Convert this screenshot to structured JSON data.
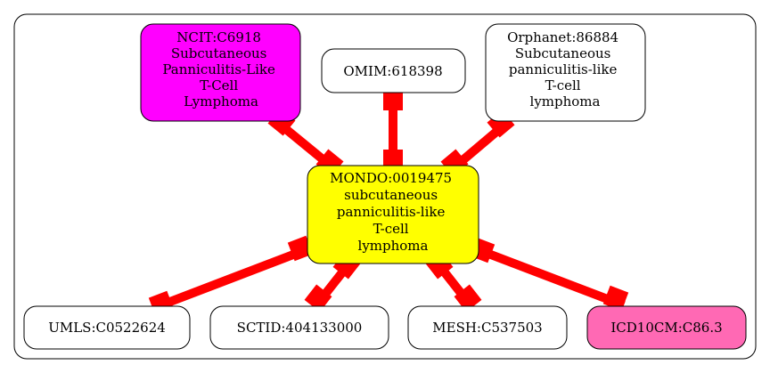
{
  "colors": {
    "edge": "#ff0000",
    "center_fill": "#ffff00",
    "ncit_fill": "#ff00ff",
    "icd_fill": "#ff69b4",
    "default_fill": "#ffffff",
    "stroke": "#000000"
  },
  "nodes": {
    "center": {
      "lines": [
        "MONDO:0019475",
        "subcutaneous",
        "panniculitis-like",
        "T-cell",
        "lymphoma"
      ]
    },
    "ncit": {
      "lines": [
        "NCIT:C6918",
        "Subcutaneous",
        "Panniculitis-Like",
        "T-Cell",
        "Lymphoma"
      ]
    },
    "omim": {
      "lines": [
        "OMIM:618398"
      ]
    },
    "orphanet": {
      "lines": [
        "Orphanet:86884",
        "Subcutaneous",
        "panniculitis-like",
        "T-cell",
        "lymphoma"
      ]
    },
    "umls": {
      "lines": [
        "UMLS:C0522624"
      ]
    },
    "sctid": {
      "lines": [
        "SCTID:404133000"
      ]
    },
    "mesh": {
      "lines": [
        "MESH:C537503"
      ]
    },
    "icd10cm": {
      "lines": [
        "ICD10CM:C86.3"
      ]
    }
  }
}
